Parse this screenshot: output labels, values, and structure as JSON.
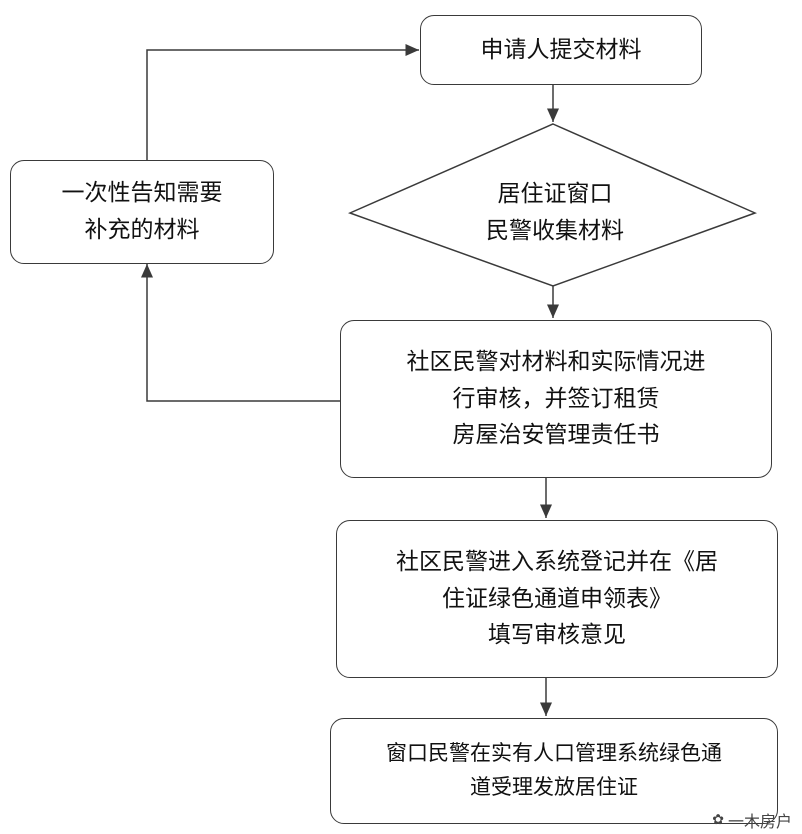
{
  "nodes": {
    "submit": {
      "lines": [
        "申请人提交材料"
      ]
    },
    "collect": {
      "lines": [
        "居住证窗口",
        "民警收集材料"
      ]
    },
    "notify": {
      "lines": [
        "一次性告知需要",
        "补充的材料"
      ]
    },
    "review": {
      "lines": [
        "社区民警对材料和实际情况进",
        "行审核，并签订租赁",
        "房屋治安管理责任书"
      ]
    },
    "register": {
      "lines": [
        "社区民警进入系统登记并在《居",
        "住证绿色通道申领表》",
        "填写审核意见"
      ]
    },
    "issue": {
      "lines": [
        "窗口民警在实有人口管理系统绿色通",
        "道受理发放居住证"
      ]
    }
  },
  "watermark": {
    "text": "一木房户"
  }
}
